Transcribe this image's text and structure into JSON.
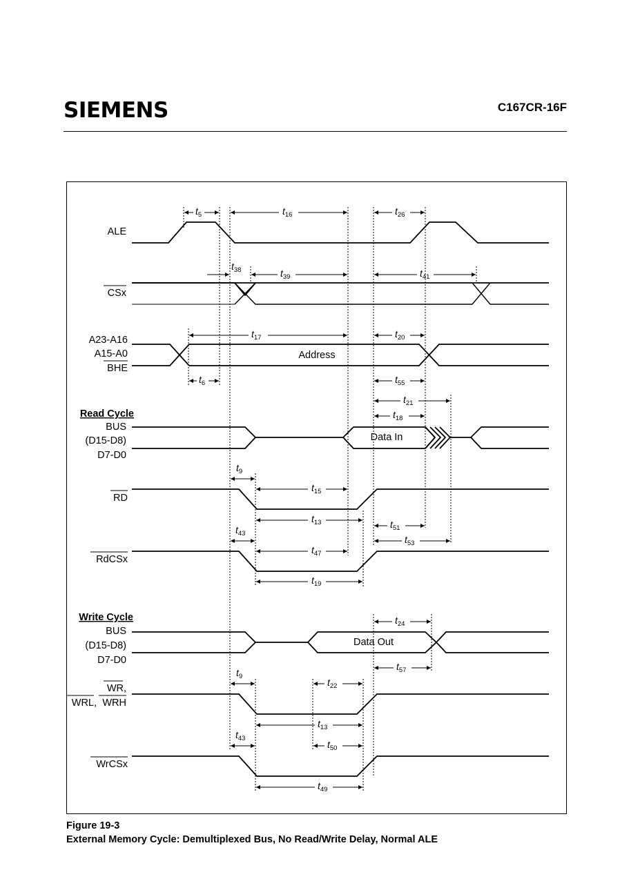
{
  "header": {
    "logo": "SIEMENS",
    "part_number": "C167CR-16F"
  },
  "signals": {
    "ale": "ALE",
    "csx": "CSx",
    "addr1": "A23-A16",
    "addr2": "A15-A0",
    "bhe": "BHE",
    "read_cycle": "Read Cycle",
    "read_bus": "BUS",
    "read_d15": "(D15-D8)",
    "read_d7": "D7-D0",
    "rd": "RD",
    "rdcsx": "RdCSx",
    "write_cycle": "Write Cycle",
    "write_bus": "BUS",
    "write_d15": "(D15-D8)",
    "write_d7": "D7-D0",
    "wr": "WR,",
    "wrl": "WRL",
    "wrl_sep": ",",
    "wrh": "WRH",
    "wrcsx": "WrCSx"
  },
  "bus_labels": {
    "address": "Address",
    "data_in": "Data In",
    "data_out": "Data Out"
  },
  "timing": {
    "t5": "5",
    "t16": "16",
    "t26": "26",
    "t38": "38",
    "t39": "39",
    "t41": "41",
    "t17": "17",
    "t20": "20",
    "t6": "6",
    "t55": "55",
    "t21": "21",
    "t18": "18",
    "t9_read": "9",
    "t15": "15",
    "t13_read": "13",
    "t51": "51",
    "t43_read": "43",
    "t47": "47",
    "t53": "53",
    "t19": "19",
    "t24": "24",
    "t57": "57",
    "t9_write": "9",
    "t22": "22",
    "t13_write": "13",
    "t43_write": "43",
    "t50": "50",
    "t49": "49"
  },
  "figure": {
    "number": "Figure 19-3",
    "caption": "External Memory Cycle: Demultiplexed Bus, No Read/Write Delay, Normal ALE"
  }
}
